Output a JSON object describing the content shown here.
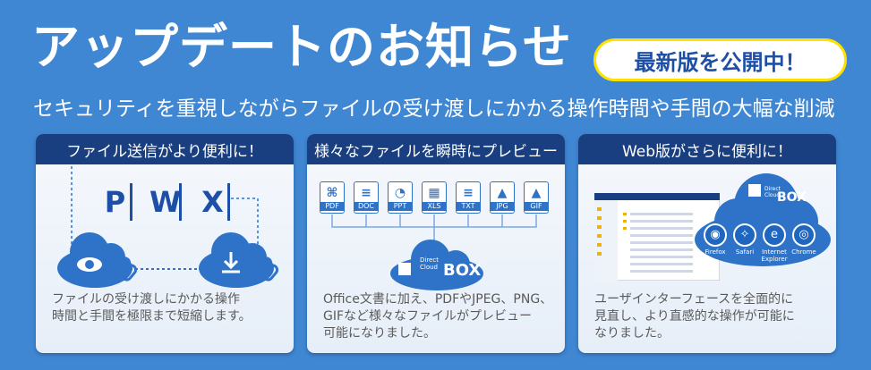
{
  "header": {
    "title": "アップデートのお知らせ",
    "badge": "最新版を公開中！",
    "subtitle": "セキュリティを重視しながらファイルの受け渡しにかかる操作時間や手間の大幅な削減"
  },
  "cards": [
    {
      "title": "ファイル送信がより便利に！",
      "text": [
        "ファイルの受け渡しにかかる操作",
        "時間と手間を極限まで短縮します。"
      ],
      "office_letters": [
        "P",
        "W",
        "X"
      ]
    },
    {
      "title": "様々なファイルを瞬時にプレビュー",
      "text": [
        "Office文書に加え、PDFやJPEG、PNG、",
        "GIFなど様々なファイルがプレビュー",
        "可能になりました。"
      ],
      "file_types": [
        "PDF",
        "DOC",
        "PPT",
        "XLS",
        "TXT",
        "JPG",
        "GIF"
      ],
      "logo_small": "Direct Cloud",
      "logo_big": "BOX"
    },
    {
      "title": "Web版がさらに便利に！",
      "text": [
        "ユーザインターフェースを全面的に",
        "見直し、より直感的な操作が可能に",
        "なりました。"
      ],
      "logo_small": "Direct Cloud",
      "logo_big": "BOX",
      "browsers": [
        "Firefox",
        "Safari",
        "Internet Explorer",
        "Chrome"
      ]
    }
  ],
  "colors": {
    "background": "#3f86d3",
    "header_bar": "#1a3f80",
    "badge_border": "#ffe100",
    "icon_blue": "#2e73c8"
  }
}
